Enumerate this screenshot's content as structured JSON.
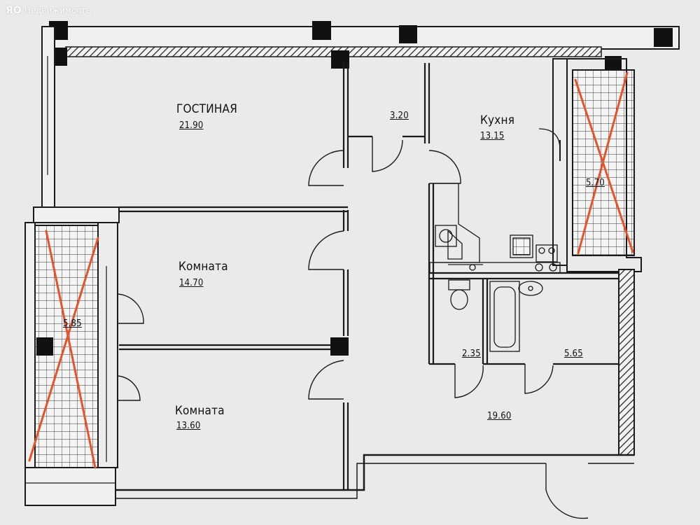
{
  "watermark": {
    "logo": "ЯО",
    "text": "Недвижимость"
  },
  "rooms": {
    "living": {
      "name": "ГОСТИНАЯ",
      "area": "21.90"
    },
    "storage": {
      "area": "3.20"
    },
    "kitchen": {
      "name": "Кухня",
      "area": "13.15"
    },
    "balcony_right": {
      "area": "5.70"
    },
    "room1": {
      "name": "Комната",
      "area": "14.70"
    },
    "balcony_left": {
      "area": "5.85"
    },
    "room2": {
      "name": "Комната",
      "area": "13.60"
    },
    "wc": {
      "area": "2.35"
    },
    "bath": {
      "area": "5.65"
    },
    "hall": {
      "area": "19.60"
    }
  },
  "colors": {
    "line": "#1a1a1a",
    "cross": "#e8522b",
    "paper": "#e9eae9"
  }
}
